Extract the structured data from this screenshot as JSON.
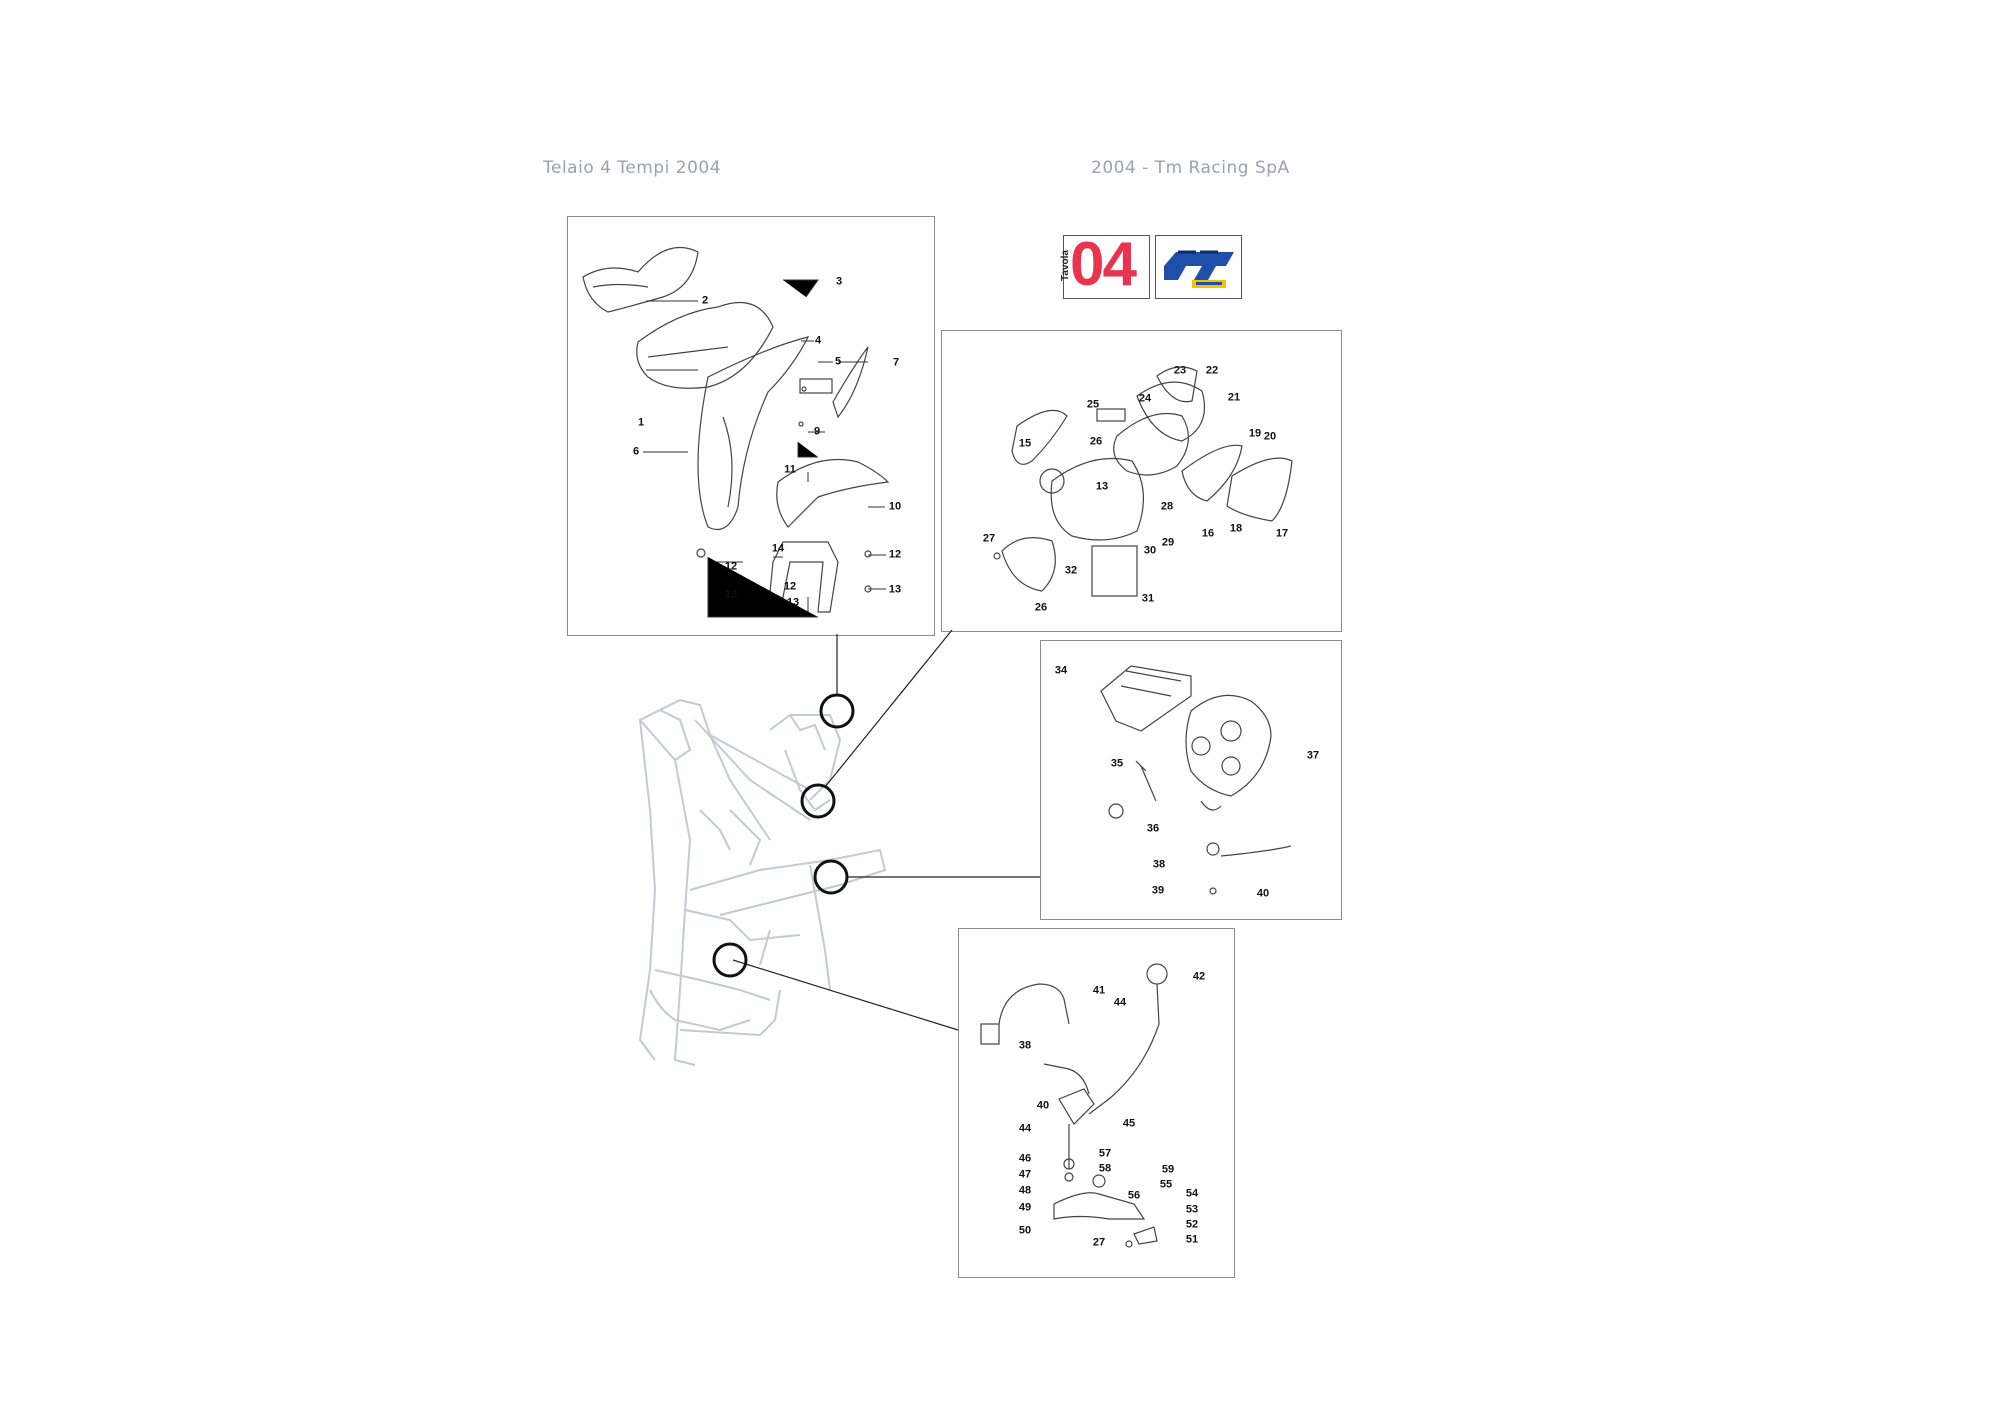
{
  "header": {
    "left_title": "Telaio 4 Tempi 2004",
    "right_title": "2004 - Tm Racing SpA"
  },
  "badge": {
    "tavola_word": "Tavola",
    "tavola_number": "04",
    "number_color": "#e8344f",
    "brand_icon": "tm-racing-logo-icon",
    "brand_color": "#1f4fa8",
    "brand_accent": "#f2c500"
  },
  "panels": [
    {
      "id": "seat-mudguard",
      "labels": [
        "1",
        "2",
        "3",
        "4",
        "5",
        "6",
        "7",
        "9",
        "10",
        "11",
        "12",
        "13",
        "14",
        "12",
        "12",
        "13",
        "13"
      ]
    },
    {
      "id": "airbox",
      "labels": [
        "15",
        "16",
        "17",
        "18",
        "19",
        "20",
        "21",
        "22",
        "23",
        "24",
        "25",
        "26",
        "13",
        "27",
        "28",
        "29",
        "30",
        "31",
        "32",
        "26"
      ]
    },
    {
      "id": "brake-caliper",
      "labels": [
        "34",
        "35",
        "36",
        "37",
        "38",
        "39",
        "40"
      ]
    },
    {
      "id": "rear-brake-pedal",
      "labels": [
        "41",
        "42",
        "44",
        "38",
        "40",
        "45",
        "44",
        "46",
        "47",
        "48",
        "49",
        "50",
        "57",
        "58",
        "59",
        "55",
        "56",
        "54",
        "53",
        "52",
        "51",
        "27"
      ]
    }
  ]
}
